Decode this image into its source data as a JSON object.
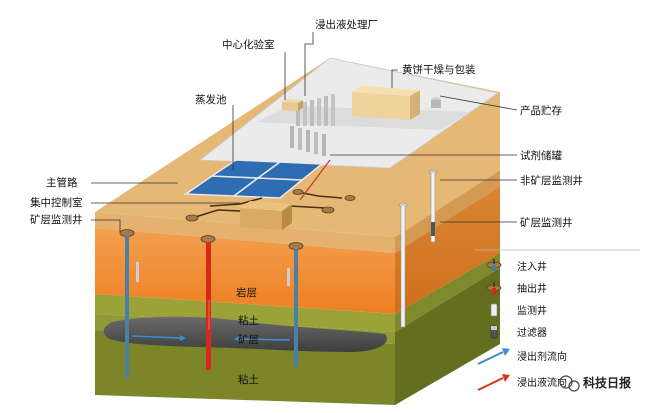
{
  "labels": {
    "lab": "中心化验室",
    "leach_plant": "浸出液处理厂",
    "yellowcake": "黄饼干燥与包装",
    "evaporation_pond": "蒸发池",
    "product_storage": "产品贮存",
    "reagent_tank": "试剂储罐",
    "main_pipeline": "主管路",
    "control_room": "集中控制室",
    "ore_monitor_well_left": "矿层监测井",
    "non_ore_monitor_well": "非矿层监测井",
    "ore_monitor_well_right": "矿层监测井"
  },
  "layers": {
    "rock": "岩层",
    "clay_upper": "粘土",
    "ore": "矿层",
    "clay_lower": "粘土"
  },
  "legend": [
    {
      "icon": "injection-well-icon",
      "label": "注入井"
    },
    {
      "icon": "extraction-well-icon",
      "label": "抽出井"
    },
    {
      "icon": "monitoring-well-icon",
      "label": "监测井"
    },
    {
      "icon": "filter-icon",
      "label": "过滤器"
    },
    {
      "icon": "leachate-flow-arrow-icon",
      "label": "浸出剂流向"
    },
    {
      "icon": "leachate-return-arrow-icon",
      "label": "浸出液流向"
    }
  ],
  "watermark": "科技日报",
  "colors": {
    "ground": "#e3b070",
    "rock": "#f08a2e",
    "clay": "#7a8a2a",
    "ore": "#555555",
    "injection_arrow": "#3a8fd0",
    "extraction_arrow": "#d8361c"
  }
}
